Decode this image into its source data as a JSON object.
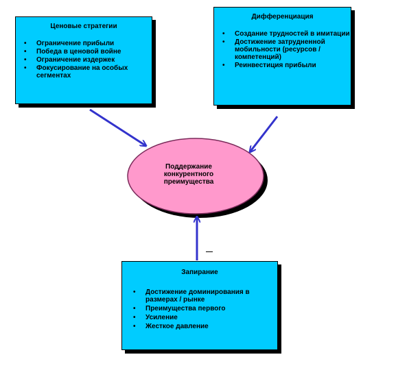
{
  "price_box": {
    "title": "Ценовые стратегии",
    "items": [
      "Ограничение прибыли",
      "Победа в ценовой войне",
      "Ограничение издержек",
      "Фокусирование на особых сегментах"
    ]
  },
  "diff_box": {
    "title": "Дифференциация",
    "items": [
      "Создание трудностей в имитации",
      "Достижение затрудненной мобильности (ресурсов / компетенций)",
      "Реинвестиция прибыли"
    ]
  },
  "lock_box": {
    "title": "Запирание",
    "items": [
      "Достижение доминирования в размерах / рынке",
      "Преимущества первого",
      "Усиление",
      "Жесткое давление"
    ]
  },
  "center": {
    "label": "Поддержание конкурентного преимущества"
  },
  "dash": "—",
  "colors": {
    "box_fill": "#00ccff",
    "ellipse_fill": "#ff99cc",
    "arrow": "#3333cc",
    "shadow": "#000000"
  }
}
